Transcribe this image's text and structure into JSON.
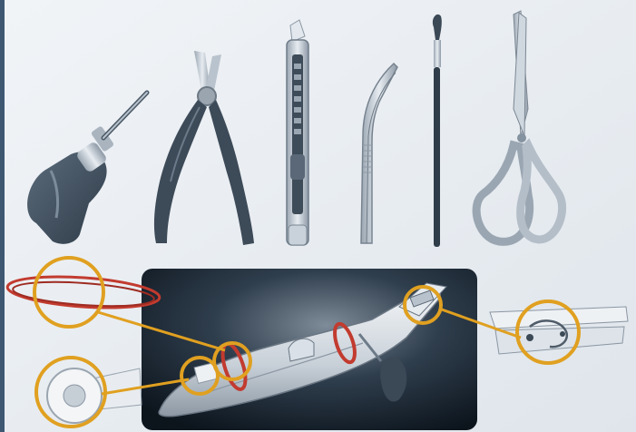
{
  "scene": {
    "kind": "tools-and-model-assembly-illustration",
    "tools": [
      {
        "name": "pin-vise-hand-drill"
      },
      {
        "name": "side-cutters"
      },
      {
        "name": "hobby-knife"
      },
      {
        "name": "tweezers"
      },
      {
        "name": "paint-brush"
      },
      {
        "name": "scissors"
      }
    ],
    "callouts": [
      {
        "name": "rubber-band"
      },
      {
        "name": "masking-tape"
      },
      {
        "name": "clothes-peg"
      }
    ],
    "colors": {
      "background": "#e9eef3",
      "tool_dark": "#3b4a5a",
      "metal": "#c5ced7",
      "callout_ring": "#e0a020",
      "rubber_band": "#c23b2f",
      "panel_dark": "#15202b"
    }
  }
}
